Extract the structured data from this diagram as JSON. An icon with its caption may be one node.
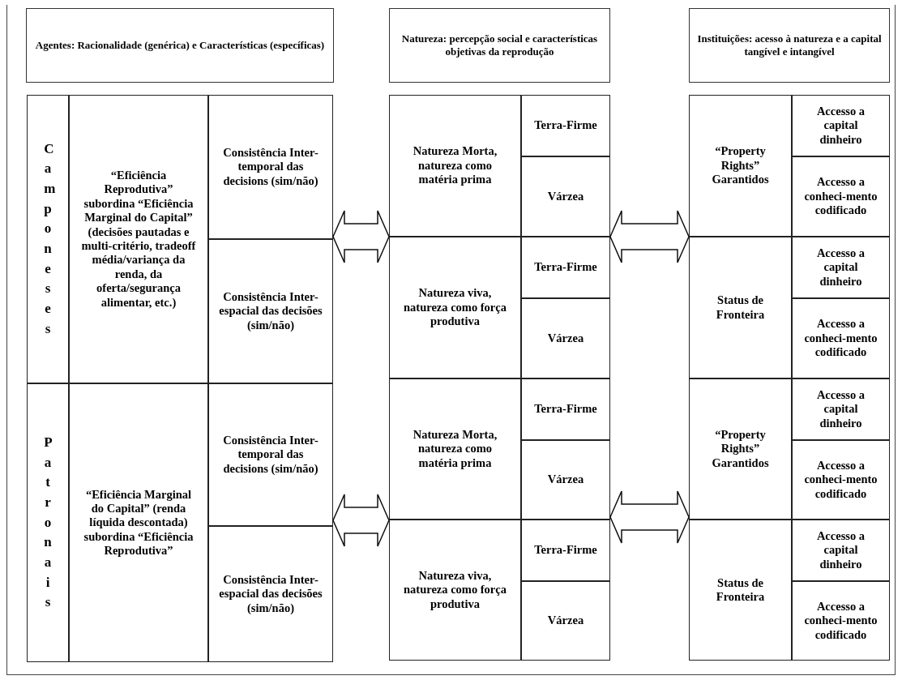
{
  "diagram": {
    "nodes": [
      {
        "text": [
          "Agentes: Racionalidade (genérica) e Características (específicas)"
        ]
      },
      {
        "text": [
          "Natureza: percepção social e características objetivas da reprodução"
        ]
      },
      {
        "text": [
          "Instituições: acesso à natureza e a capital tangível e intangível"
        ]
      },
      {
        "text": [],
        "shape": "box"
      },
      {
        "text": [
          "Camponeses"
        ],
        "in": 3
      },
      {
        "text": [
          "“Eficiência Reprodutiva” subordina “Eficiência Marginal do Capital” (decisões pautadas e multi-critério, tradeoff média/variança da renda, da oferta/segurança alimentar, etc.)"
        ],
        "in": 3
      },
      {
        "text": [
          "Consistência Inter-temporal das decisions (sim/não)"
        ],
        "in": 3
      },
      {
        "text": [
          "Consistência Inter-espacial das decisões (sim/não)"
        ],
        "in": 3
      },
      {
        "text": [
          "Patronais"
        ],
        "in": 3
      },
      {
        "text": [
          "“Eficiência Marginal do Capital” (renda líquida descontada) subordina “Eficiência Reprodutiva”"
        ],
        "in": 3
      },
      {
        "text": [
          "Consistência Inter-temporal das decisions (sim/não)"
        ],
        "in": 3
      },
      {
        "text": [
          "Consistência Inter-espacial das decisões (sim/não)"
        ],
        "in": 3
      },
      {
        "text": [],
        "shape": "box"
      },
      {
        "text": [
          "Natureza Morta, natureza como matéria prima"
        ],
        "in": 12
      },
      {
        "text": [
          "Terra-Firme"
        ],
        "in": 12
      },
      {
        "text": [
          "Várzea"
        ],
        "in": 12
      },
      {
        "text": [
          "Natureza viva, natureza como força produtiva"
        ],
        "in": 12
      },
      {
        "text": [
          "Terra-Firme"
        ],
        "in": 12
      },
      {
        "text": [
          "Várzea"
        ],
        "in": 12
      },
      {
        "text": [
          "Natureza Morta, natureza como matéria prima"
        ],
        "in": 12
      },
      {
        "text": [
          "Terra-Firme"
        ],
        "in": 12
      },
      {
        "text": [
          "Várzea"
        ],
        "in": 12
      },
      {
        "text": [
          "Natureza viva, natureza como força produtiva"
        ],
        "in": 12
      },
      {
        "text": [
          "Terra-Firme"
        ],
        "in": 12
      },
      {
        "text": [
          "Várzea"
        ],
        "in": 12
      },
      {
        "text": [],
        "shape": "box"
      },
      {
        "text": [
          "“Property Rights” Garantidos"
        ],
        "in": 25
      },
      {
        "text": [
          "Accesso a capital dinheiro"
        ],
        "in": 25
      },
      {
        "text": [
          "Accesso a conheci-mento codificado"
        ],
        "in": 25
      },
      {
        "text": [
          "Status de Fronteira"
        ],
        "in": 25
      },
      {
        "text": [
          "Accesso a capital dinheiro"
        ],
        "in": 25
      },
      {
        "text": [
          "Accesso a conheci-mento codificado"
        ],
        "in": 25
      },
      {
        "text": [
          "“Property Rights” Garantidos"
        ],
        "in": 25
      },
      {
        "text": [
          "Accesso a capital dinheiro"
        ],
        "in": 25
      },
      {
        "text": [
          "Accesso a conheci-mento codificado"
        ],
        "in": 25
      },
      {
        "text": [
          "Status de Fronteira"
        ],
        "in": 25
      },
      {
        "text": [
          "Accesso a capital dinheiro"
        ],
        "in": 25
      },
      {
        "text": [
          "Accesso a conheci-mento codificado"
        ],
        "in": 25
      }
    ],
    "edges": [
      {
        "from": 3,
        "to": 12,
        "arrow": "both"
      },
      {
        "from": 3,
        "to": 12,
        "arrow": "both"
      },
      {
        "from": 12,
        "to": 25,
        "arrow": "both"
      },
      {
        "from": 12,
        "to": 25,
        "arrow": "both"
      }
    ]
  }
}
